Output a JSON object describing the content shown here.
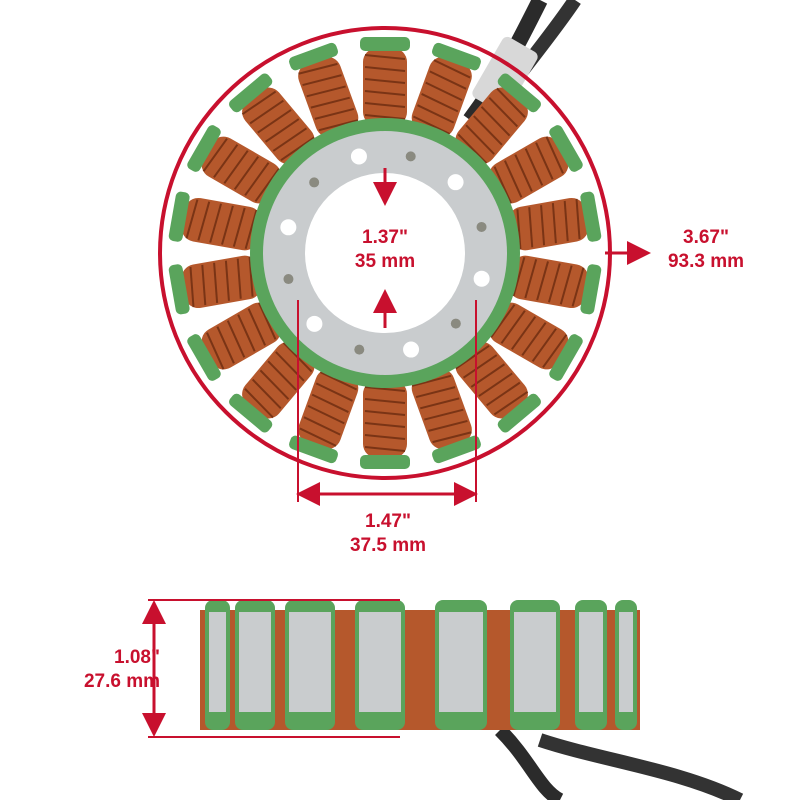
{
  "colors": {
    "dimension_red": "#c8102e",
    "copper": "#b5582c",
    "green_insulation": "#5aa45c",
    "steel": "#c9ccce",
    "wire": "#2b2b2b"
  },
  "dimensions": {
    "outer_diameter": {
      "inches": "3.67\"",
      "mm": "93.3 mm"
    },
    "inner_diameter": {
      "inches": "1.37\"",
      "mm": "35 mm"
    },
    "bolt_spacing": {
      "inches": "1.47\"",
      "mm": "37.5 mm"
    },
    "stack_height": {
      "inches": "1.08\"",
      "mm": "27.6 mm"
    }
  },
  "stator": {
    "pole_count": 18,
    "bolt_holes": 12
  }
}
